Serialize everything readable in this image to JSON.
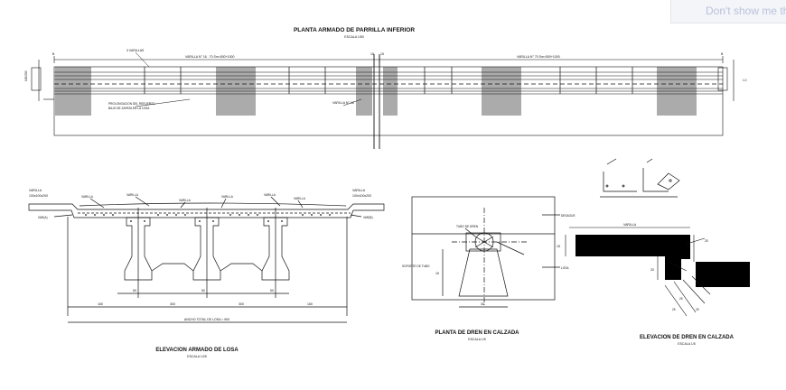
{
  "overlay": {
    "dismiss_label": "Don't show me this again"
  },
  "plan": {
    "title": "PLANTA ARMADO DE PARRILLA INFERIOR",
    "scale": "ESCALA 1/50",
    "labels": {
      "top_left": "3 VARILLAS",
      "rebar_a": "VARILLA N° 16 . 70 Sm=500+1000",
      "rebar_b": "VARILLA N° 70 Sm=500+1000",
      "note_a": "PROLONGACION DEL REFUERZO",
      "note_b": "BAJO DE ZAPATA EN LA LOSA",
      "mid": "VARILLA N° 16",
      "left_dim": "100/200",
      "right_dim": "1.0",
      "grid_left": "B",
      "grid_mid_a": "15",
      "grid_mid_b": "15",
      "grid_right": "B"
    }
  },
  "elevation": {
    "title": "ELEVACION ARMADO DE LOSA",
    "scale": "ESCALA 1/25",
    "labels": {
      "left_a": "VARILLA",
      "left_b": "100x100x200",
      "right_a": "VARILLA",
      "right_b": "100x100x200",
      "bar1": "VARILLA",
      "bar2": "VARILLA",
      "bar3": "VARILLA",
      "bar4": "VARILLA",
      "bar5": "VARILLA",
      "bar6": "VARILLA",
      "side_l": "VAR(A)",
      "side_r": "VAR(B)",
      "dim_total": "ANCHO TOTAL DE LOSA = 900",
      "dim_left": "160",
      "dim_right": "160",
      "dim_mid1": "300",
      "dim_mid2": "300",
      "beam1": "50",
      "beam2": "50",
      "beam3": "50"
    }
  },
  "drain_plan": {
    "title": "PLANTA DE DREN EN CALZADA",
    "scale": "ESCALA 1/5",
    "labels": {
      "pipe": "TUBO DE DREN",
      "outlet": "DESAGUE",
      "side": "SOPORTE DE TUBO",
      "losa": "LOSA",
      "dim_bottom": "30",
      "dim_side": "15"
    }
  },
  "drain_elev": {
    "title": "ELEVACION DE DREN EN CALZADA",
    "scale": "ESCALA 1/5",
    "labels": {
      "top": "VARILLA",
      "left_dim": "15",
      "side_dim": "20",
      "d1": "25",
      "d2": "25",
      "d3": "25",
      "d4": "25"
    }
  }
}
